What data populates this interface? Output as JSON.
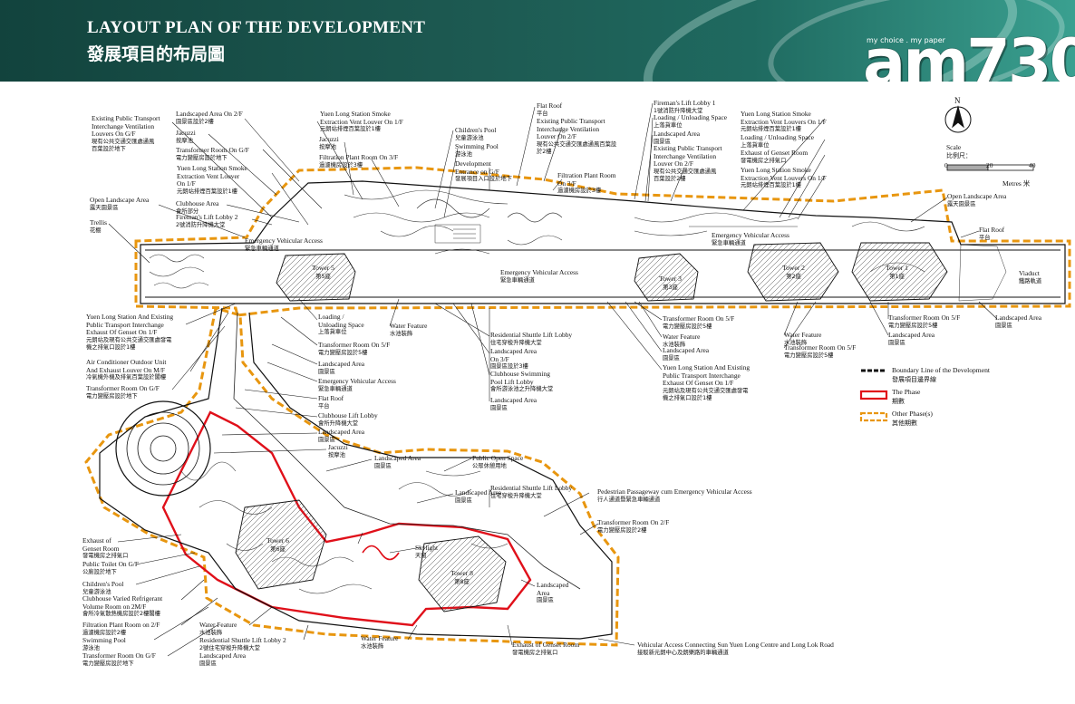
{
  "header": {
    "title_en": "LAYOUT PLAN OF THE DEVELOPMENT",
    "title_zh": "發展項目的布局圖",
    "brand": "am730",
    "tagline": "my choice . my paper"
  },
  "compass": {
    "north": "N"
  },
  "scale": {
    "title": "Scale",
    "title_zh": "比例尺：",
    "ticks": [
      "0",
      "20",
      "40"
    ],
    "unit": "Metres",
    "unit_zh": "米"
  },
  "towers": [
    {
      "en": "Tower 5",
      "zh": "第5座"
    },
    {
      "en": "Tower 3",
      "zh": "第3座"
    },
    {
      "en": "Tower 2",
      "zh": "第2座"
    },
    {
      "en": "Tower 1",
      "zh": "第1座"
    },
    {
      "en": "Tower 6",
      "zh": "第6座"
    },
    {
      "en": "Tower 8",
      "zh": "第8座"
    }
  ],
  "labels": [
    {
      "en": [
        "Existing Public Transport",
        "Interchange Ventilation",
        "Louvers On G/F"
      ],
      "zh": [
        "現有公共交通交匯處通風",
        "百葉設於地下"
      ]
    },
    {
      "en": [
        "Landscaped Area On 2/F"
      ],
      "zh": [
        "園景區設於2樓"
      ]
    },
    {
      "en": [
        "Jacuzzi"
      ],
      "zh": [
        "按摩池"
      ]
    },
    {
      "en": [
        "Transformer Room On G/F"
      ],
      "zh": [
        "電力變壓房設於地下"
      ]
    },
    {
      "en": [
        "Yuen Long Station Smoke",
        "Extraction Vent Louver",
        "On 1/F"
      ],
      "zh": [
        "元朗站排煙百葉設於1樓"
      ]
    },
    {
      "en": [
        "Open Landscape Area"
      ],
      "zh": [
        "露天園景區"
      ]
    },
    {
      "en": [
        "Clubhouse Area"
      ],
      "zh": [
        "會所部分"
      ]
    },
    {
      "en": [
        "Fireman's Lift Lobby 2"
      ],
      "zh": [
        "2號消防升降機大堂"
      ]
    },
    {
      "en": [
        "Trellis"
      ],
      "zh": [
        "花棚"
      ]
    },
    {
      "en": [
        "Yuen Long Station Smoke",
        "Extraction Vent Louver On 1/F"
      ],
      "zh": [
        "元朗站排煙百葉設於1樓"
      ]
    },
    {
      "en": [
        "Jacuzzi"
      ],
      "zh": [
        "按摩池"
      ]
    },
    {
      "en": [
        "Filtration Plant Room On 3/F"
      ],
      "zh": [
        "過濾機房設於3樓"
      ]
    },
    {
      "en": [
        "Children's Pool"
      ],
      "zh": [
        "兒童游泳池"
      ]
    },
    {
      "en": [
        "Swimming Pool"
      ],
      "zh": [
        "游泳池"
      ]
    },
    {
      "en": [
        "Development",
        "Entrance on G/F"
      ],
      "zh": [
        "發展項目入口設於地下"
      ]
    },
    {
      "en": [
        "Flat Roof"
      ],
      "zh": [
        "平台"
      ]
    },
    {
      "en": [
        "Existing Public Transport",
        "Interchange Ventilation",
        "Louver On 2/F"
      ],
      "zh": [
        "現有公共交通交匯處通風百葉設",
        "於2樓"
      ]
    },
    {
      "en": [
        "Filtration Plant Room",
        "On 3/F"
      ],
      "zh": [
        "過濾機房設於3樓"
      ]
    },
    {
      "en": [
        "Fireman's Lift Lobby 1"
      ],
      "zh": [
        "1號消防升降機大堂"
      ]
    },
    {
      "en": [
        "Loading / Unloading Space"
      ],
      "zh": [
        "上落貨車位"
      ]
    },
    {
      "en": [
        "Landscaped Area"
      ],
      "zh": [
        "園景區"
      ]
    },
    {
      "en": [
        "Existing Public Transport",
        "Interchange Ventilation",
        "Louver On 2/F"
      ],
      "zh": [
        "現有公共交通交匯處通風",
        "百葉設於2樓"
      ]
    },
    {
      "en": [
        "Yuen Long Station Smoke",
        "Extraction Vent Louvers On 1/F"
      ],
      "zh": [
        "元朗站排煙百葉設於1樓"
      ]
    },
    {
      "en": [
        "Loading / Unloading Space"
      ],
      "zh": [
        "上落貨車位"
      ]
    },
    {
      "en": [
        "Exhaust of Genset Room"
      ],
      "zh": [
        "發電機房之排氣口"
      ]
    },
    {
      "en": [
        "Yuen Long Station Smoke",
        "Extraction Vent Louvers On 1/F"
      ],
      "zh": [
        "元朗站排煙百葉設於1樓"
      ]
    },
    {
      "en": [
        "Open Landscape Area"
      ],
      "zh": [
        "露天園景區"
      ]
    },
    {
      "en": [
        "Flat Roof"
      ],
      "zh": [
        "平台"
      ]
    },
    {
      "en": [
        "Viaduct"
      ],
      "zh": [
        "鐵路軌道"
      ]
    },
    {
      "en": [
        "Emergency Vehicular Access"
      ],
      "zh": [
        "緊急車輛通道"
      ]
    },
    {
      "en": [
        "Emergency Vehicular Access"
      ],
      "zh": [
        "緊急車輛通道"
      ]
    },
    {
      "en": [
        "Emergency Vehicular Access"
      ],
      "zh": [
        "緊急車輛通道"
      ]
    },
    {
      "en": [
        "Yuen Long Station And Existing",
        "Public Transport Interchange",
        "Exhaust Of Genset On 1/F"
      ],
      "zh": [
        "元朗站及現有公共交通交匯處發電",
        "機之排氣口設於1樓"
      ]
    },
    {
      "en": [
        "Air Conditioner Outdoor Unit",
        "And Exhaust Louver On M/F"
      ],
      "zh": [
        "冷氣機外機及排氣百葉設於閣樓"
      ]
    },
    {
      "en": [
        "Transformer Room On G/F"
      ],
      "zh": [
        "電力變壓房設於地下"
      ]
    },
    {
      "en": [
        "Loading /",
        "Unloading Space"
      ],
      "zh": [
        "上落貨車位"
      ]
    },
    {
      "en": [
        "Water Feature"
      ],
      "zh": [
        "水池裝飾"
      ]
    },
    {
      "en": [
        "Transformer Room On 5/F"
      ],
      "zh": [
        "電力變壓房設於5樓"
      ]
    },
    {
      "en": [
        "Landscaped Area"
      ],
      "zh": [
        "園景區"
      ]
    },
    {
      "en": [
        "Emergency Vehicular Access"
      ],
      "zh": [
        "緊急車輛通道"
      ]
    },
    {
      "en": [
        "Flat Roof"
      ],
      "zh": [
        "平台"
      ]
    },
    {
      "en": [
        "Clubhouse Lift Lobby"
      ],
      "zh": [
        "會所升降機大堂"
      ]
    },
    {
      "en": [
        "Landscaped Area"
      ],
      "zh": [
        "園景區"
      ]
    },
    {
      "en": [
        "Jacuzzi"
      ],
      "zh": [
        "按摩池"
      ]
    },
    {
      "en": [
        "Residential Shuttle Lift Lobby"
      ],
      "zh": [
        "住宅穿梭升降機大堂"
      ]
    },
    {
      "en": [
        "Landscaped Area",
        "On 3/F"
      ],
      "zh": [
        "園景區設於3樓"
      ]
    },
    {
      "en": [
        "Clubhouse Swimming",
        "Pool Lift Lobby"
      ],
      "zh": [
        "會所游泳池之升降機大堂"
      ]
    },
    {
      "en": [
        "Landscaped Area"
      ],
      "zh": [
        "園景區"
      ]
    },
    {
      "en": [
        "Transformer Room On 5/F"
      ],
      "zh": [
        "電力變壓房設於5樓"
      ]
    },
    {
      "en": [
        "Water Feature"
      ],
      "zh": [
        "水池裝飾"
      ]
    },
    {
      "en": [
        "Landscaped Area"
      ],
      "zh": [
        "園景區"
      ]
    },
    {
      "en": [
        "Yuen Long Station And Existing",
        "Public Transport Interchange",
        "Exhaust Of Genset On 1/F"
      ],
      "zh": [
        "元朗站及現有公共交通交匯處發電",
        "機之排氣口設於1樓"
      ]
    },
    {
      "en": [
        "Water Feature"
      ],
      "zh": [
        "水池裝飾"
      ]
    },
    {
      "en": [
        "Transformer Room On 5/F"
      ],
      "zh": [
        "電力變壓房設於5樓"
      ]
    },
    {
      "en": [
        "Transformer Room On 5/F"
      ],
      "zh": [
        "電力變壓房設於5樓"
      ]
    },
    {
      "en": [
        "Landscaped Area"
      ],
      "zh": [
        "園景區"
      ]
    },
    {
      "en": [
        "Landscaped Area"
      ],
      "zh": [
        "園景區"
      ]
    },
    {
      "en": [
        "Landscaped Area"
      ],
      "zh": [
        "園景區"
      ]
    },
    {
      "en": [
        "Public Open Space"
      ],
      "zh": [
        "公眾休憩用地"
      ]
    },
    {
      "en": [
        "Landscaped Area"
      ],
      "zh": [
        "園景區"
      ]
    },
    {
      "en": [
        "Residential Shuttle Lift Lobby"
      ],
      "zh": [
        "住宅穿梭升降機大堂"
      ]
    },
    {
      "en": [
        "Pedestrian Passageway cum Emergency Vehicular Access"
      ],
      "zh": [
        "行人通道暨緊急車輛通道"
      ]
    },
    {
      "en": [
        "Transformer Room On 2/F"
      ],
      "zh": [
        "電力變壓房設於2樓"
      ]
    },
    {
      "en": [
        "Skylight"
      ],
      "zh": [
        "天窗"
      ]
    },
    {
      "en": [
        "Landscaped",
        "Area"
      ],
      "zh": [
        "園景區"
      ]
    },
    {
      "en": [
        "Exhaust of",
        "Genset Room"
      ],
      "zh": [
        "發電機房之排氣口"
      ]
    },
    {
      "en": [
        "Public Toilet On G/F"
      ],
      "zh": [
        "公廁設於地下"
      ]
    },
    {
      "en": [
        "Children's Pool"
      ],
      "zh": [
        "兒童游泳池"
      ]
    },
    {
      "en": [
        "Clubhouse Varied Refrigerant",
        "Volume Room on 2M/F"
      ],
      "zh": [
        "會所冷氣散熱機房設於2樓閣樓"
      ]
    },
    {
      "en": [
        "Filtration Plant Room on 2/F"
      ],
      "zh": [
        "過濾機房設於2樓"
      ]
    },
    {
      "en": [
        "Swimming Pool"
      ],
      "zh": [
        "游泳池"
      ]
    },
    {
      "en": [
        "Transformer Room On G/F"
      ],
      "zh": [
        "電力變壓房設於地下"
      ]
    },
    {
      "en": [
        "Water Feature"
      ],
      "zh": [
        "水池裝飾"
      ]
    },
    {
      "en": [
        "Residential Shuttle Lift Lobby 2"
      ],
      "zh": [
        "2號住宅穿梭升降機大堂"
      ]
    },
    {
      "en": [
        "Landscaped Area"
      ],
      "zh": [
        "園景區"
      ]
    },
    {
      "en": [
        "Water Feature"
      ],
      "zh": [
        "水池裝飾"
      ]
    },
    {
      "en": [
        "Exhaust of Genset Room"
      ],
      "zh": [
        "發電機房之排氣口"
      ]
    },
    {
      "en": [
        "Vehicular Access Connecting Sun Yuen Long Centre and Long Lok Road"
      ],
      "zh": [
        "接駁新元朗中心及朗樂路的車輛通道"
      ]
    }
  ],
  "legend": [
    {
      "en": "Boundary Line of the Development",
      "zh": "發展項目邊界線",
      "color": "#111111"
    },
    {
      "en": "The Phase",
      "zh": "期數",
      "color": "#e0101a"
    },
    {
      "en": "Other Phase(s)",
      "zh": "其他期數",
      "color": "#e8960f"
    }
  ]
}
